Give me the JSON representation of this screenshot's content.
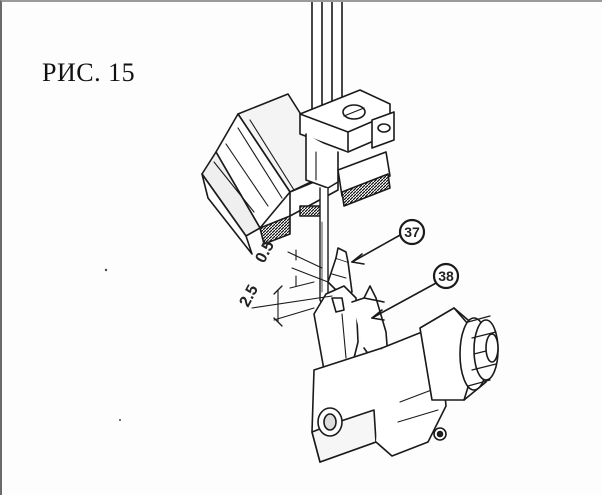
{
  "figure": {
    "title": "РИС. 15",
    "callouts": [
      {
        "id": "needle-guard",
        "number": "37"
      },
      {
        "id": "looper",
        "number": "38"
      }
    ],
    "dimensions": [
      {
        "id": "dim-gap",
        "value": "0.5"
      },
      {
        "id": "dim-height",
        "value": "2.5"
      }
    ]
  }
}
